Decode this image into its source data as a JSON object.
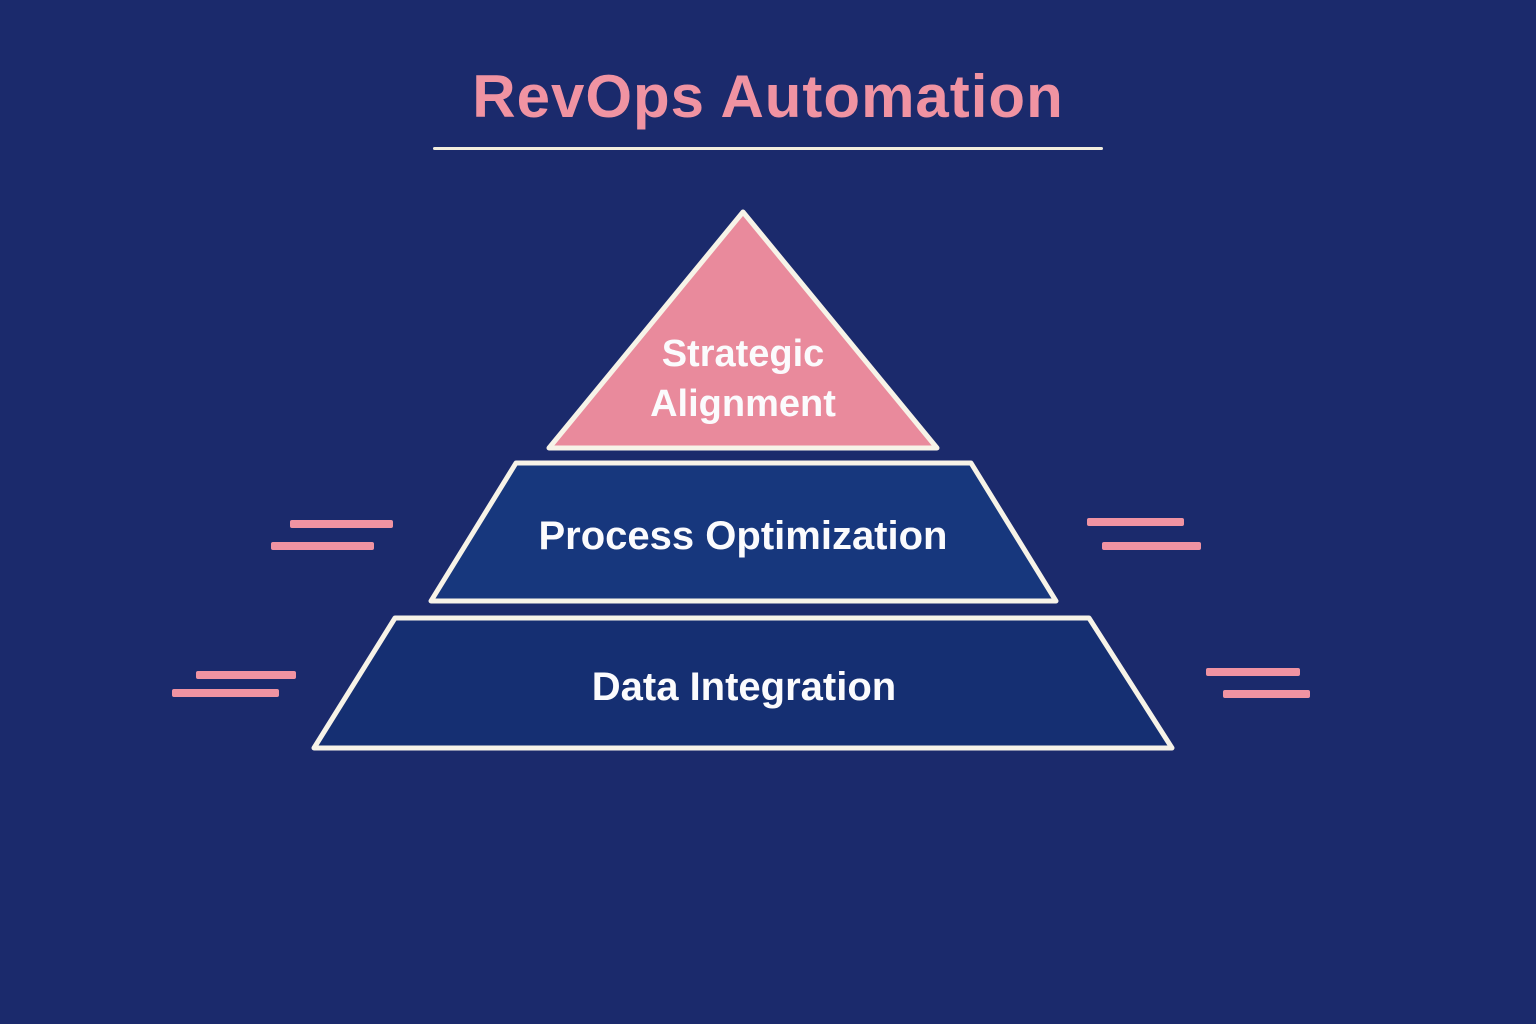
{
  "title": "RevOps Automation",
  "colors": {
    "background": "#1b2a6c",
    "title_pink": "#f093a2",
    "underline_cream": "#f2eddd",
    "outline_cream": "#f7f3e8",
    "tier_top_fill": "#e98a9c",
    "tier_mid_fill": "#17377d",
    "tier_bottom_fill": "#152f72",
    "label_white": "#fbfbfd",
    "dash_pink": "#f093a2"
  },
  "pyramid": {
    "tiers": [
      {
        "name": "strategic-alignment",
        "label": "Strategic Alignment",
        "lines": [
          "Strategic",
          "Alignment"
        ]
      },
      {
        "name": "process-optimization",
        "label": "Process Optimization"
      },
      {
        "name": "data-integration",
        "label": "Data Integration"
      }
    ]
  }
}
